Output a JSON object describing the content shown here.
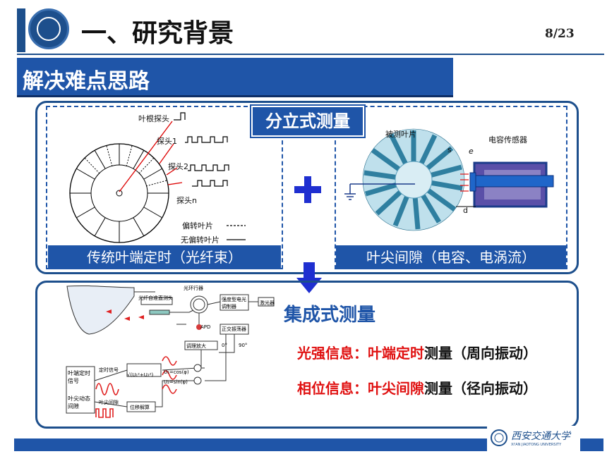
{
  "header": {
    "title": "一、研究背景",
    "page": "8/23"
  },
  "section": {
    "title": "解决难点思路"
  },
  "top": {
    "tag": "分立式测量",
    "left_caption": "传统叶端定时（光纤束）",
    "right_caption": "叶尖间隙（电容、电涡流）",
    "left_labels": {
      "root_probe": "叶根探头",
      "probe1": "探头1",
      "probe2": "探头2",
      "proben": "探头n",
      "deflected": "偏转叶片",
      "undeflected": "无偏转叶片"
    },
    "right_labels": {
      "blade": "被测叶片",
      "sensor": "电容传感器",
      "s": "s",
      "e": "e",
      "d": "d"
    }
  },
  "bottom": {
    "title": "集成式测量",
    "info1": {
      "a": "光强信息：叶端",
      "b": "定时",
      "c": "测量（周向振动）"
    },
    "info2": {
      "a": "相位信息：叶尖",
      "b": "间隙",
      "c": "测量（径向振动）"
    },
    "diagram_labels": {
      "collimator": "光纤自准直测头",
      "circulator": "光环行器",
      "modulator": "强度型电光调制器",
      "laser": "激光器",
      "apd": "APD",
      "oscillator": "正交振荡器",
      "deg0": "0°",
      "deg90": "90°",
      "amp": "调理放大",
      "timing_signal": "定时信号",
      "clearance": "叶尖间隙",
      "displacement": "位移解算",
      "u1": "U₁=cos(φ)",
      "u2": "U₂=sin(φ)",
      "sqrt": "√(U₁²+U₂²)",
      "out1": "叶端定时信号",
      "out2": "叶尖动态间隙"
    }
  },
  "footer": {
    "university": "西安交通大学",
    "university_en": "XI'AN JIAOTONG UNIVERSITY"
  }
}
